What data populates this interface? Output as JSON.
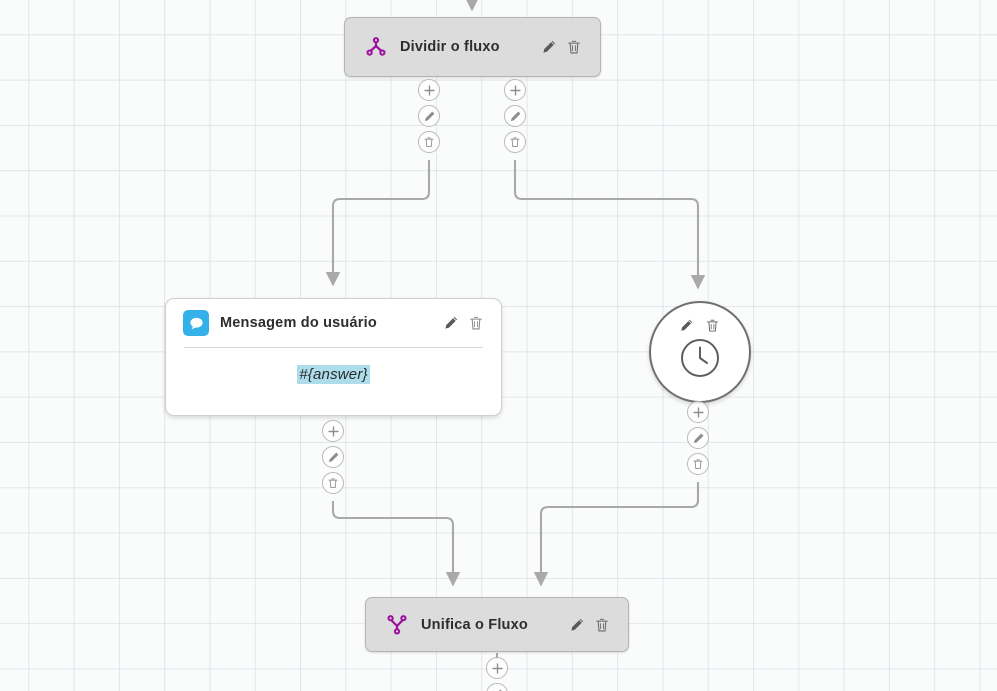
{
  "canvas": {
    "background_color": "#fafbfb",
    "grid_line_color": "#bec8d7",
    "edge_color": "#a9a9a9"
  },
  "nodes": [
    {
      "id": "split",
      "type": "flow-split",
      "title": "Dividir o fluxo",
      "icon": "split-icon",
      "icon_color": "#9c0e9c",
      "style": "grey-pill",
      "tools": [
        "edit-icon",
        "delete-icon"
      ]
    },
    {
      "id": "user-message",
      "type": "message",
      "title": "Mensagem do usuário",
      "icon": "chat-bubble-icon",
      "icon_bg": "#33b1e8",
      "style": "white-card",
      "tools": [
        "edit-icon",
        "delete-icon"
      ],
      "body_value": "#{answer}",
      "body_highlight_color": "#addceb"
    },
    {
      "id": "timer",
      "type": "delay",
      "title": "",
      "icon": "clock-icon",
      "style": "circle",
      "tools": [
        "edit-icon",
        "delete-icon"
      ]
    },
    {
      "id": "merge",
      "type": "flow-merge",
      "title": "Unifica o Fluxo",
      "icon": "merge-icon",
      "icon_color": "#9c0e9c",
      "style": "grey-pill",
      "tools": [
        "edit-icon",
        "delete-icon"
      ]
    }
  ],
  "action_buttons": {
    "add_label": "+",
    "items": [
      "add-icon",
      "edit-icon",
      "delete-icon"
    ]
  },
  "action_stacks": [
    {
      "owner": "split",
      "port": "left"
    },
    {
      "owner": "split",
      "port": "right"
    },
    {
      "owner": "user-message",
      "port": "out"
    },
    {
      "owner": "timer",
      "port": "out"
    },
    {
      "owner": "merge",
      "port": "out"
    }
  ]
}
